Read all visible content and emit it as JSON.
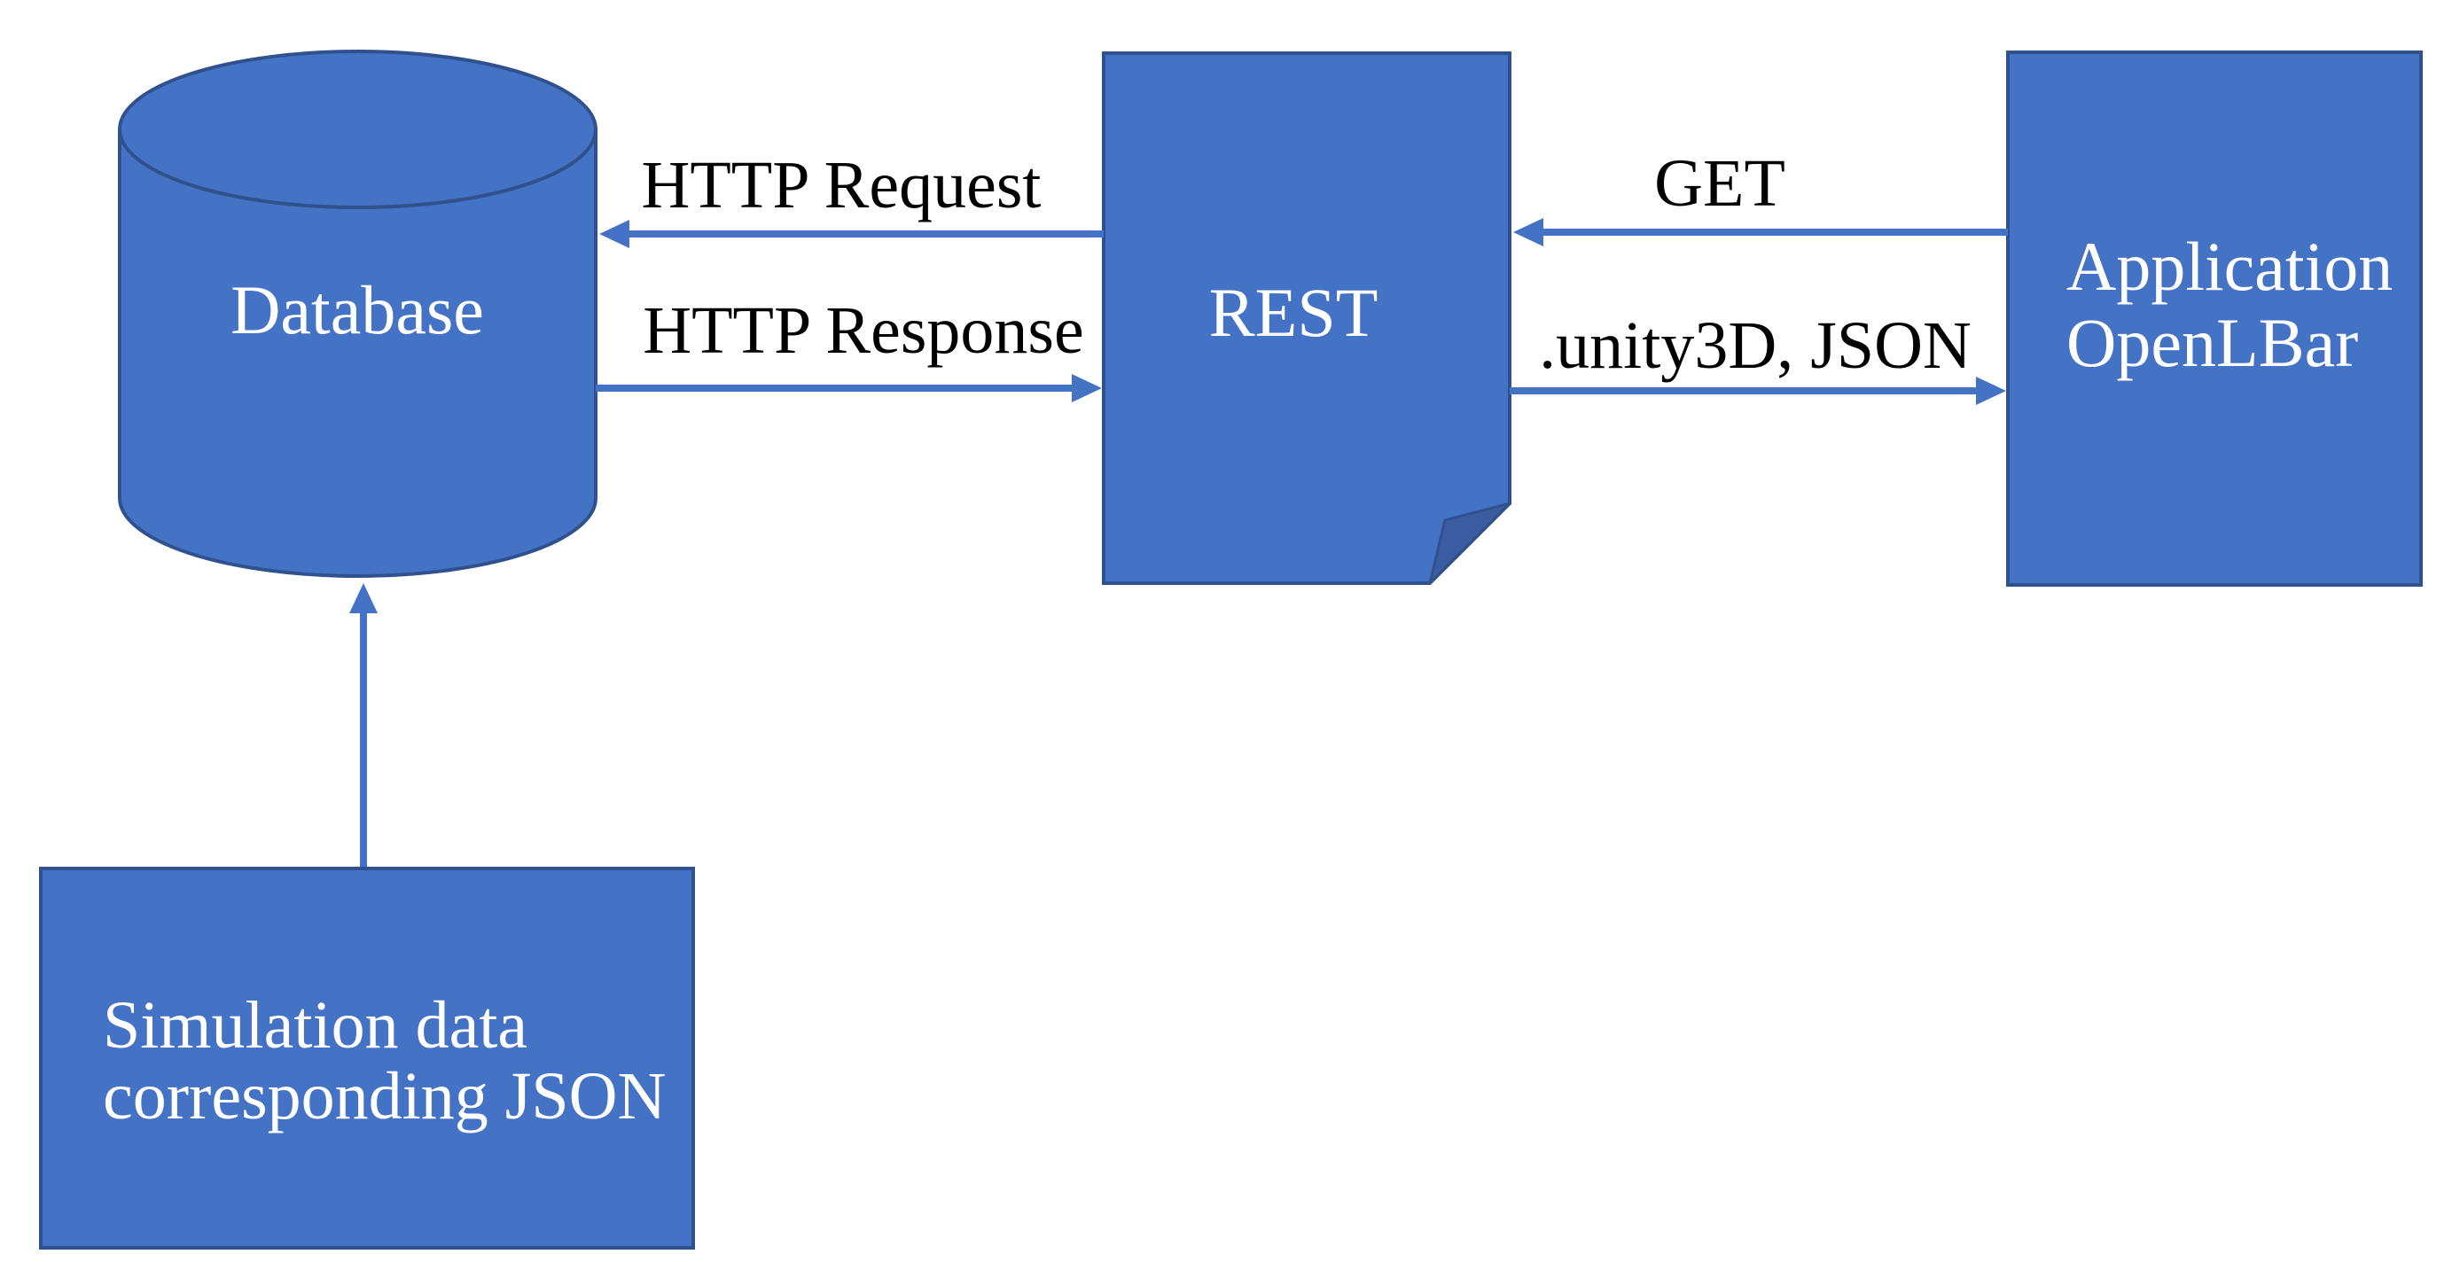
{
  "colors": {
    "shape_fill": "#4472C4",
    "shape_border": "#2F528F",
    "fold_fill": "#3A5CA0",
    "arrow": "#4472C4",
    "node_label": "#FFFFFF",
    "edge_label": "#000000",
    "background": "#FFFFFF"
  },
  "nodes": {
    "database": {
      "label": "Database",
      "shape": "cylinder"
    },
    "rest": {
      "label": "REST",
      "shape": "folded-document"
    },
    "application": {
      "line1": "Application",
      "line2": "OpenLBar",
      "shape": "rectangle"
    },
    "simulation": {
      "line1": "Simulation data",
      "line2": "corresponding JSON",
      "shape": "rectangle"
    }
  },
  "edges": {
    "http_request": {
      "label": "HTTP Request",
      "from": "REST",
      "to": "Database"
    },
    "http_response": {
      "label": "HTTP Response",
      "from": "Database",
      "to": "REST"
    },
    "get": {
      "label": "GET",
      "from": "Application OpenLBar",
      "to": "REST"
    },
    "unity_json": {
      "label": ".unity3D, JSON",
      "from": "REST",
      "to": "Application OpenLBar"
    },
    "simulation_upload": {
      "label": "",
      "from": "Simulation data corresponding JSON",
      "to": "Database"
    }
  }
}
